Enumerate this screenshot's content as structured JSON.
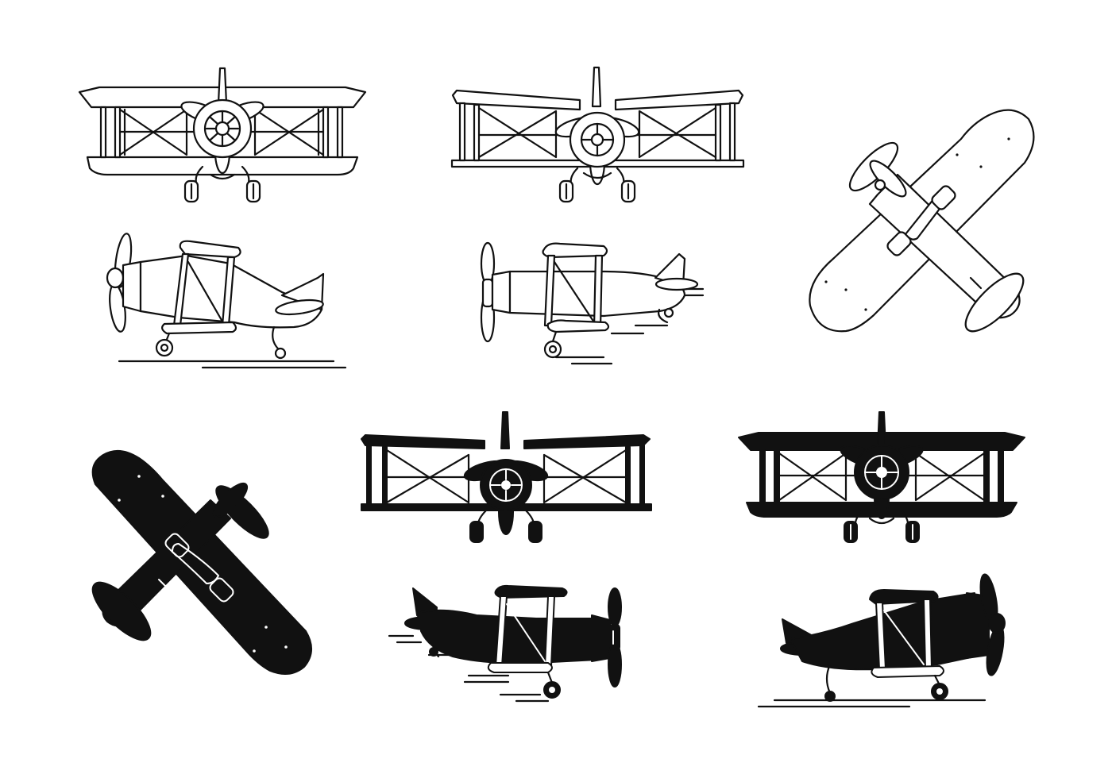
{
  "artboard": {
    "background_color": "#ffffff",
    "ink_color": "#111111"
  },
  "icons": [
    {
      "id": "biplane-front-outline-a",
      "view": "front",
      "style": "outline"
    },
    {
      "id": "biplane-front-outline-b",
      "view": "front",
      "style": "outline"
    },
    {
      "id": "monoplane-top-outline",
      "view": "top",
      "style": "outline"
    },
    {
      "id": "biplane-side-outline-a",
      "view": "side",
      "style": "outline"
    },
    {
      "id": "biplane-side-outline-b",
      "view": "side",
      "style": "outline"
    },
    {
      "id": "monoplane-top-solid",
      "view": "top",
      "style": "solid"
    },
    {
      "id": "biplane-front-solid-a",
      "view": "front",
      "style": "mixed"
    },
    {
      "id": "biplane-front-solid-b",
      "view": "front",
      "style": "solid"
    },
    {
      "id": "biplane-side-solid-a",
      "view": "side",
      "style": "solid"
    },
    {
      "id": "biplane-side-solid-b",
      "view": "side",
      "style": "solid"
    }
  ]
}
